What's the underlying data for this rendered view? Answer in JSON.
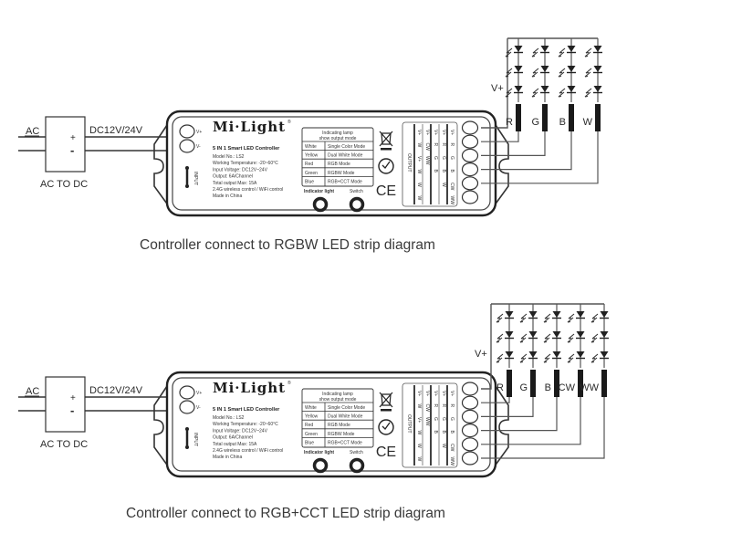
{
  "diagrams": [
    {
      "id": "rgbw",
      "caption": "Controller connect to RGBW LED strip diagram",
      "power": {
        "input_label": "AC",
        "converter_label": "AC TO DC",
        "output_label": "DC12V/24V",
        "plus": "+",
        "minus": "-"
      },
      "vplus_label": "V+",
      "channels": [
        "R",
        "G",
        "B",
        "W"
      ],
      "leds_per_channel": 3
    },
    {
      "id": "rgbcct",
      "caption": "Controller connect to RGB+CCT LED strip diagram",
      "power": {
        "input_label": "AC",
        "converter_label": "AC TO DC",
        "output_label": "DC12V/24V",
        "plus": "+",
        "minus": "-"
      },
      "vplus_label": "V+",
      "channels": [
        "R",
        "G",
        "B",
        "CW",
        "WW"
      ],
      "leds_per_channel": 3
    }
  ],
  "controller": {
    "brand": "Mi·Light",
    "registered": "®",
    "input_terminals": [
      "V+",
      "V-"
    ],
    "input_label": "INPUT",
    "product_name": "5 IN 1 Smart LED Controller",
    "specs": [
      "Model No.: LS2",
      "Working Temperature: -20~60°C",
      "Input Voltage: DC12V~24V",
      "Output: 6A/Channel",
      "Total output Max: 15A",
      "2.4G wireless control / WiFi control",
      "Made in China"
    ],
    "mode_table": {
      "title_line1": "Indicating lamp",
      "title_line2": "show output mode",
      "rows": [
        {
          "color": "White",
          "mode": "Single Color Mode"
        },
        {
          "color": "Yellow",
          "mode": "Dual White Mode"
        },
        {
          "color": "Red",
          "mode": "RGB Mode"
        },
        {
          "color": "Green",
          "mode": "RGBW Mode"
        },
        {
          "color": "Blue",
          "mode": "RGB+CCT Mode"
        }
      ]
    },
    "indicator_label": "Indicator light",
    "switch_label": "Switch",
    "output_label": "OUTPUT",
    "output_columns": [
      [
        "V+",
        "W",
        "V+",
        "W",
        "W",
        "W"
      ],
      [
        "V+",
        "CW",
        "WW",
        "",
        "",
        ""
      ],
      [
        "V+",
        "R",
        "G",
        "B",
        "",
        ""
      ],
      [
        "V+",
        "R",
        "G",
        "B",
        "W",
        ""
      ],
      [
        "V+",
        "R",
        "G",
        "B",
        "CW",
        "WW"
      ]
    ],
    "certifications": [
      "weee-bin-icon",
      "rohs-icon",
      "CE"
    ],
    "ce_label": "CE"
  },
  "colors": {
    "line": "#333333",
    "wire": "#555555",
    "text": "#2a2a2a",
    "background": "#ffffff"
  }
}
